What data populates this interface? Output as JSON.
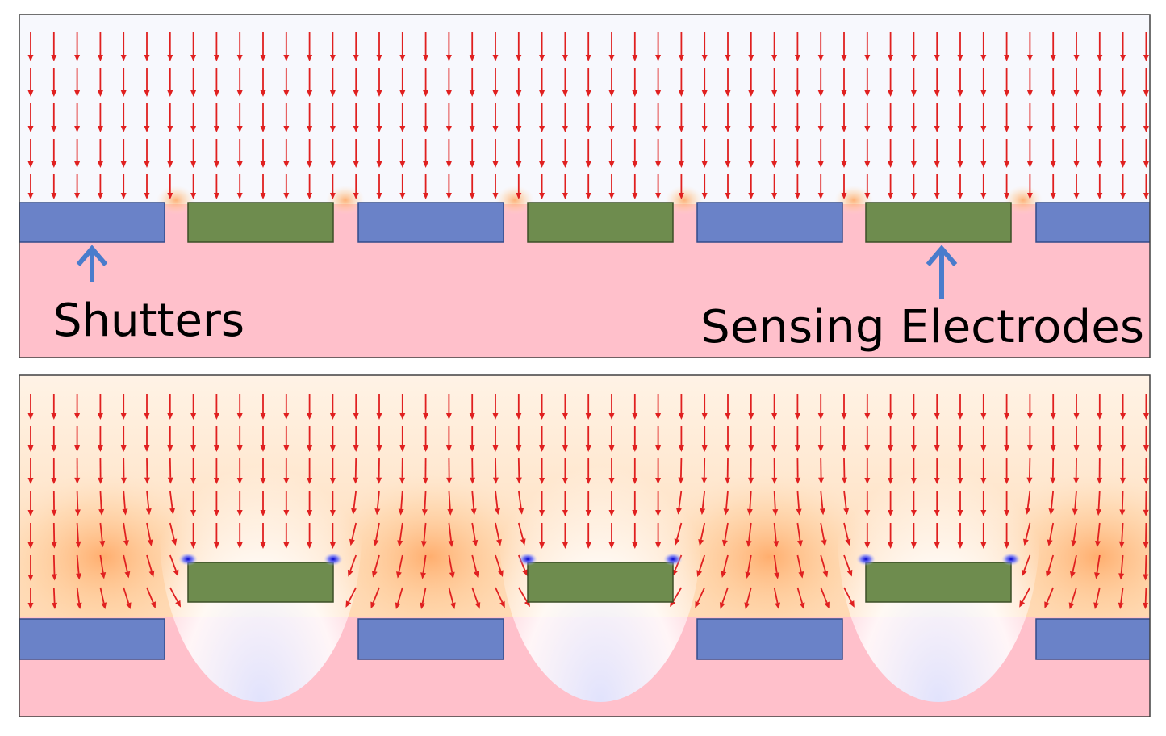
{
  "labels": {
    "shutters": "Shutters",
    "sensing_electrodes": "Sensing Electrodes"
  },
  "colors": {
    "substrate": "#ffc0cb",
    "shutter": "#6a82c8",
    "shutter_border": "#324a8a",
    "electrode": "#6e8c4e",
    "electrode_border": "#3b4f26",
    "field_arrow": "#e02020",
    "pointer_arrow": "#4a7ccc",
    "high_field_glow": "#ffb070",
    "low_field": "#eef1ff",
    "hotspot": "#1a1acc",
    "frame": "#404040"
  },
  "panels": [
    {
      "id": "top",
      "state": "shutters-aligned"
    },
    {
      "id": "bottom",
      "state": "shutters-lowered"
    }
  ]
}
